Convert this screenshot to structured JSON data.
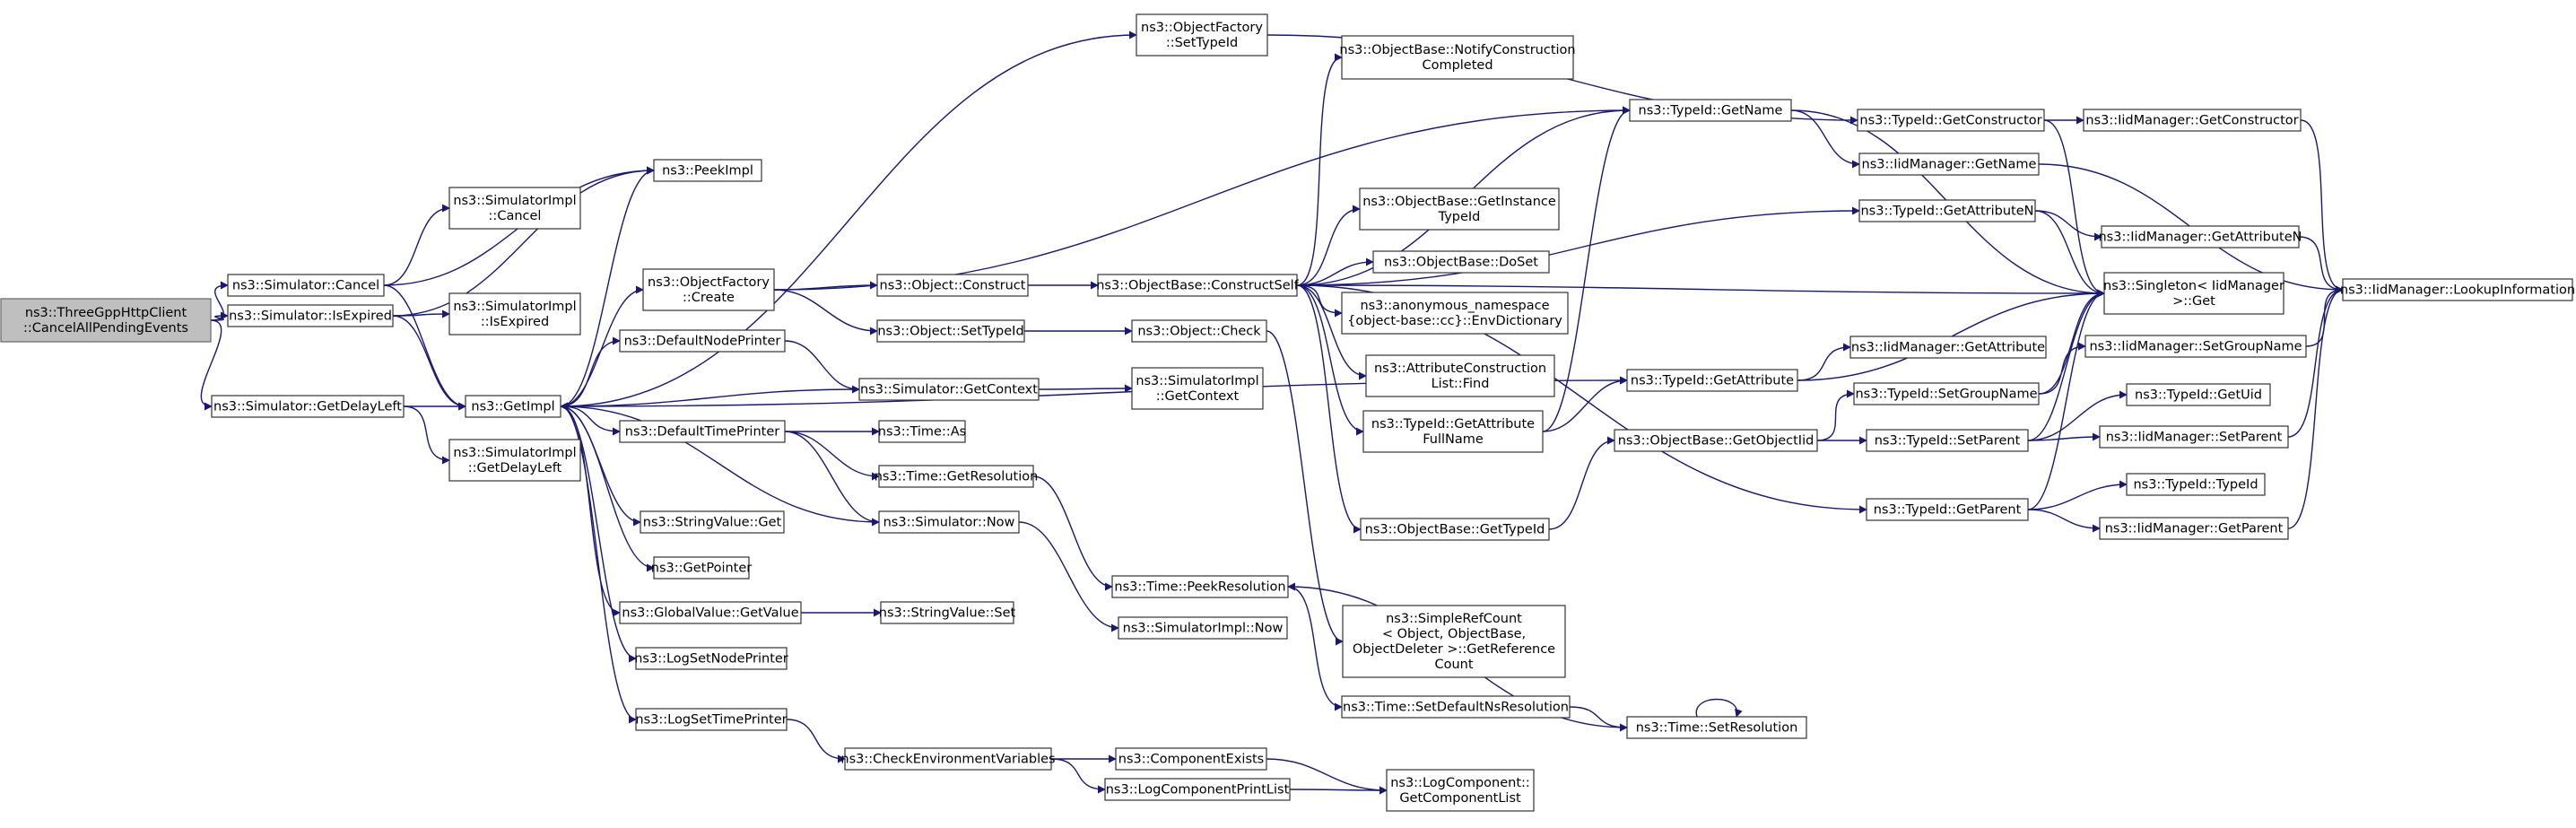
{
  "graph": {
    "edge_color": "#191970",
    "root_fill": "#bfbfbf",
    "nodes": [
      {
        "id": "root",
        "lines": [
          "ns3::ThreeGppHttpClient",
          "::CancelAllPendingEvents"
        ],
        "root": true
      },
      {
        "id": "simCancel",
        "lines": [
          "ns3::Simulator::Cancel"
        ]
      },
      {
        "id": "simIsExpired",
        "lines": [
          "ns3::Simulator::IsExpired"
        ]
      },
      {
        "id": "simGetDelayLeft",
        "lines": [
          "ns3::Simulator::GetDelayLeft"
        ]
      },
      {
        "id": "simImplCancel",
        "lines": [
          "ns3::SimulatorImpl",
          "::Cancel"
        ]
      },
      {
        "id": "simImplIsExpired",
        "lines": [
          "ns3::SimulatorImpl",
          "::IsExpired"
        ]
      },
      {
        "id": "simImplGetDelayLeft",
        "lines": [
          "ns3::SimulatorImpl",
          "::GetDelayLeft"
        ]
      },
      {
        "id": "peekImpl",
        "lines": [
          "ns3::PeekImpl"
        ]
      },
      {
        "id": "getImpl",
        "lines": [
          "ns3::GetImpl"
        ]
      },
      {
        "id": "ofCreate",
        "lines": [
          "ns3::ObjectFactory",
          "::Create"
        ]
      },
      {
        "id": "ofSetTypeId",
        "lines": [
          "ns3::ObjectFactory",
          "::SetTypeId"
        ]
      },
      {
        "id": "defNodePrinter",
        "lines": [
          "ns3::DefaultNodePrinter"
        ]
      },
      {
        "id": "defTimePrinter",
        "lines": [
          "ns3::DefaultTimePrinter"
        ]
      },
      {
        "id": "strValGet",
        "lines": [
          "ns3::StringValue::Get"
        ]
      },
      {
        "id": "getPointer",
        "lines": [
          "ns3::GetPointer"
        ]
      },
      {
        "id": "gvGetValue",
        "lines": [
          "ns3::GlobalValue::GetValue"
        ]
      },
      {
        "id": "logSetNodePrinter",
        "lines": [
          "ns3::LogSetNodePrinter"
        ]
      },
      {
        "id": "logSetTimePrinter",
        "lines": [
          "ns3::LogSetTimePrinter"
        ]
      },
      {
        "id": "objConstruct",
        "lines": [
          "ns3::Object::Construct"
        ]
      },
      {
        "id": "objSetTypeId",
        "lines": [
          "ns3::Object::SetTypeId"
        ]
      },
      {
        "id": "simGetContext",
        "lines": [
          "ns3::Simulator::GetContext"
        ]
      },
      {
        "id": "timeAs",
        "lines": [
          "ns3::Time::As"
        ]
      },
      {
        "id": "timeGetRes",
        "lines": [
          "ns3::Time::GetResolution"
        ]
      },
      {
        "id": "simNow",
        "lines": [
          "ns3::Simulator::Now"
        ]
      },
      {
        "id": "strValSet",
        "lines": [
          "ns3::StringValue::Set"
        ]
      },
      {
        "id": "checkEnvVars",
        "lines": [
          "ns3::CheckEnvironmentVariables"
        ]
      },
      {
        "id": "objCheck",
        "lines": [
          "ns3::Object::Check"
        ]
      },
      {
        "id": "simImplGetContext",
        "lines": [
          "ns3::SimulatorImpl",
          "::GetContext"
        ]
      },
      {
        "id": "timePeekRes",
        "lines": [
          "ns3::Time::PeekResolution"
        ]
      },
      {
        "id": "simImplNow",
        "lines": [
          "ns3::SimulatorImpl::Now"
        ]
      },
      {
        "id": "compExists",
        "lines": [
          "ns3::ComponentExists"
        ]
      },
      {
        "id": "logCompPrintList",
        "lines": [
          "ns3::LogComponentPrintList"
        ]
      },
      {
        "id": "obConstructSelf",
        "lines": [
          "ns3::ObjectBase::ConstructSelf"
        ]
      },
      {
        "id": "obNotifyConstr",
        "lines": [
          "ns3::ObjectBase::NotifyConstruction",
          "Completed"
        ]
      },
      {
        "id": "obGetInstanceTypeId",
        "lines": [
          "ns3::ObjectBase::GetInstance",
          "TypeId"
        ]
      },
      {
        "id": "obDoSet",
        "lines": [
          "ns3::ObjectBase::DoSet"
        ]
      },
      {
        "id": "anonEnvDict",
        "lines": [
          "ns3::anonymous_namespace",
          "{object-base::cc}::EnvDictionary"
        ]
      },
      {
        "id": "attrConstrFind",
        "lines": [
          "ns3::AttributeConstruction",
          "List::Find"
        ]
      },
      {
        "id": "tidGetAttrFullName",
        "lines": [
          "ns3::TypeId::GetAttribute",
          "FullName"
        ]
      },
      {
        "id": "obGetTypeId",
        "lines": [
          "ns3::ObjectBase::GetTypeId"
        ]
      },
      {
        "id": "simpleRefCount",
        "lines": [
          "ns3::SimpleRefCount",
          "< Object, ObjectBase,",
          "ObjectDeleter >::GetReference",
          "Count"
        ]
      },
      {
        "id": "timeSetDefNsRes",
        "lines": [
          "ns3::Time::SetDefaultNsResolution"
        ]
      },
      {
        "id": "logCompGetList",
        "lines": [
          "ns3::LogComponent::",
          "GetComponentList"
        ]
      },
      {
        "id": "tidGetName",
        "lines": [
          "ns3::TypeId::GetName"
        ]
      },
      {
        "id": "tidGetAttribute",
        "lines": [
          "ns3::TypeId::GetAttribute"
        ]
      },
      {
        "id": "obGetObjectIid",
        "lines": [
          "ns3::ObjectBase::GetObjectIid"
        ]
      },
      {
        "id": "timeSetRes",
        "lines": [
          "ns3::Time::SetResolution"
        ]
      },
      {
        "id": "tidGetConstructor",
        "lines": [
          "ns3::TypeId::GetConstructor"
        ]
      },
      {
        "id": "iidGetName",
        "lines": [
          "ns3::IidManager::GetName"
        ]
      },
      {
        "id": "tidGetAttributeN",
        "lines": [
          "ns3::TypeId::GetAttributeN"
        ]
      },
      {
        "id": "iidGetAttribute",
        "lines": [
          "ns3::IidManager::GetAttribute"
        ]
      },
      {
        "id": "tidSetGroupName",
        "lines": [
          "ns3::TypeId::SetGroupName"
        ]
      },
      {
        "id": "tidSetParent",
        "lines": [
          "ns3::TypeId::SetParent"
        ]
      },
      {
        "id": "tidGetParent",
        "lines": [
          "ns3::TypeId::GetParent"
        ]
      },
      {
        "id": "iidGetConstructor",
        "lines": [
          "ns3::IidManager::GetConstructor"
        ]
      },
      {
        "id": "iidGetAttributeN",
        "lines": [
          "ns3::IidManager::GetAttributeN"
        ]
      },
      {
        "id": "singletonGet",
        "lines": [
          "ns3::Singleton< IidManager",
          ">::Get"
        ]
      },
      {
        "id": "iidSetGroupName",
        "lines": [
          "ns3::IidManager::SetGroupName"
        ]
      },
      {
        "id": "tidGetUid",
        "lines": [
          "ns3::TypeId::GetUid"
        ]
      },
      {
        "id": "iidSetParent",
        "lines": [
          "ns3::IidManager::SetParent"
        ]
      },
      {
        "id": "tidTypeId",
        "lines": [
          "ns3::TypeId::TypeId"
        ]
      },
      {
        "id": "iidGetParent",
        "lines": [
          "ns3::IidManager::GetParent"
        ]
      },
      {
        "id": "iidLookupInfo",
        "lines": [
          "ns3::IidManager::LookupInformation"
        ]
      }
    ]
  }
}
